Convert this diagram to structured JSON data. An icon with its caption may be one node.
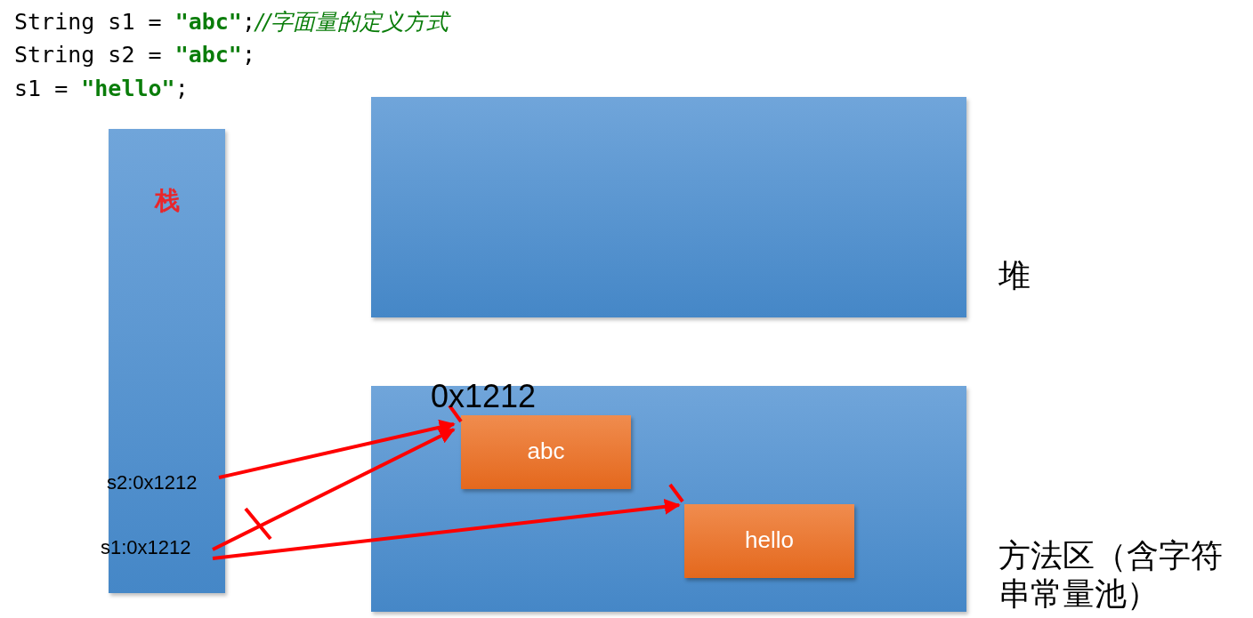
{
  "diagram": {
    "nodes": [
      {
        "text": [
          "栈"
        ]
      },
      {
        "text": [
          "s2:0x1212"
        ],
        "in": 0
      },
      {
        "text": [
          "s1:0x1212"
        ],
        "in": 0
      },
      {
        "text": [],
        "shape": "box",
        "beside": [
          "堆"
        ]
      },
      {
        "text": [],
        "shape": "box",
        "beside": [
          "方法区（含字符串常量池）"
        ]
      },
      {
        "text": [
          "abc"
        ],
        "in": 4,
        "beside": [
          "0x1212"
        ]
      },
      {
        "text": [
          "hello"
        ],
        "in": 4
      }
    ],
    "edges": [
      {
        "from": 1,
        "to": 5,
        "arrow": "to"
      },
      {
        "from": 2,
        "to": 5,
        "arrow": "to"
      },
      {
        "from": 2,
        "to": 6,
        "arrow": "to"
      }
    ],
    "labels": [
      "String s1 = **\"abc\"**;*//字面量的定义方式*",
      "String s2 = **\"abc\"**;",
      "s1 = **\"hello\"**;"
    ]
  }
}
